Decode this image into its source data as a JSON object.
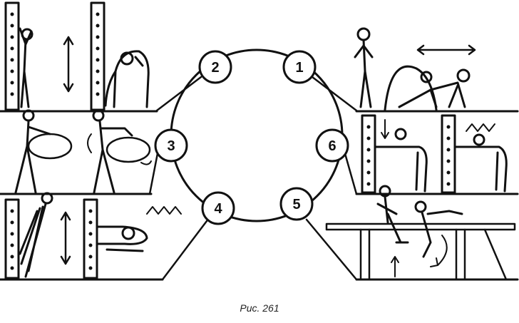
{
  "diagram": {
    "caption": "Рис. 261",
    "stations": [
      {
        "label": "1"
      },
      {
        "label": "2"
      },
      {
        "label": "3"
      },
      {
        "label": "4"
      },
      {
        "label": "5"
      },
      {
        "label": "6"
      }
    ],
    "panels": [
      {
        "station": "2",
        "scene": "wall-bars-standing-stretch"
      },
      {
        "station": "3",
        "scene": "hoop-exercises"
      },
      {
        "station": "4",
        "scene": "wall-bars-hanging-lying"
      },
      {
        "station": "1",
        "scene": "rope-exercises-crawling"
      },
      {
        "station": "6",
        "scene": "wall-bars-bending"
      },
      {
        "station": "5",
        "scene": "balance-beam"
      }
    ],
    "line_color": "#111111"
  }
}
